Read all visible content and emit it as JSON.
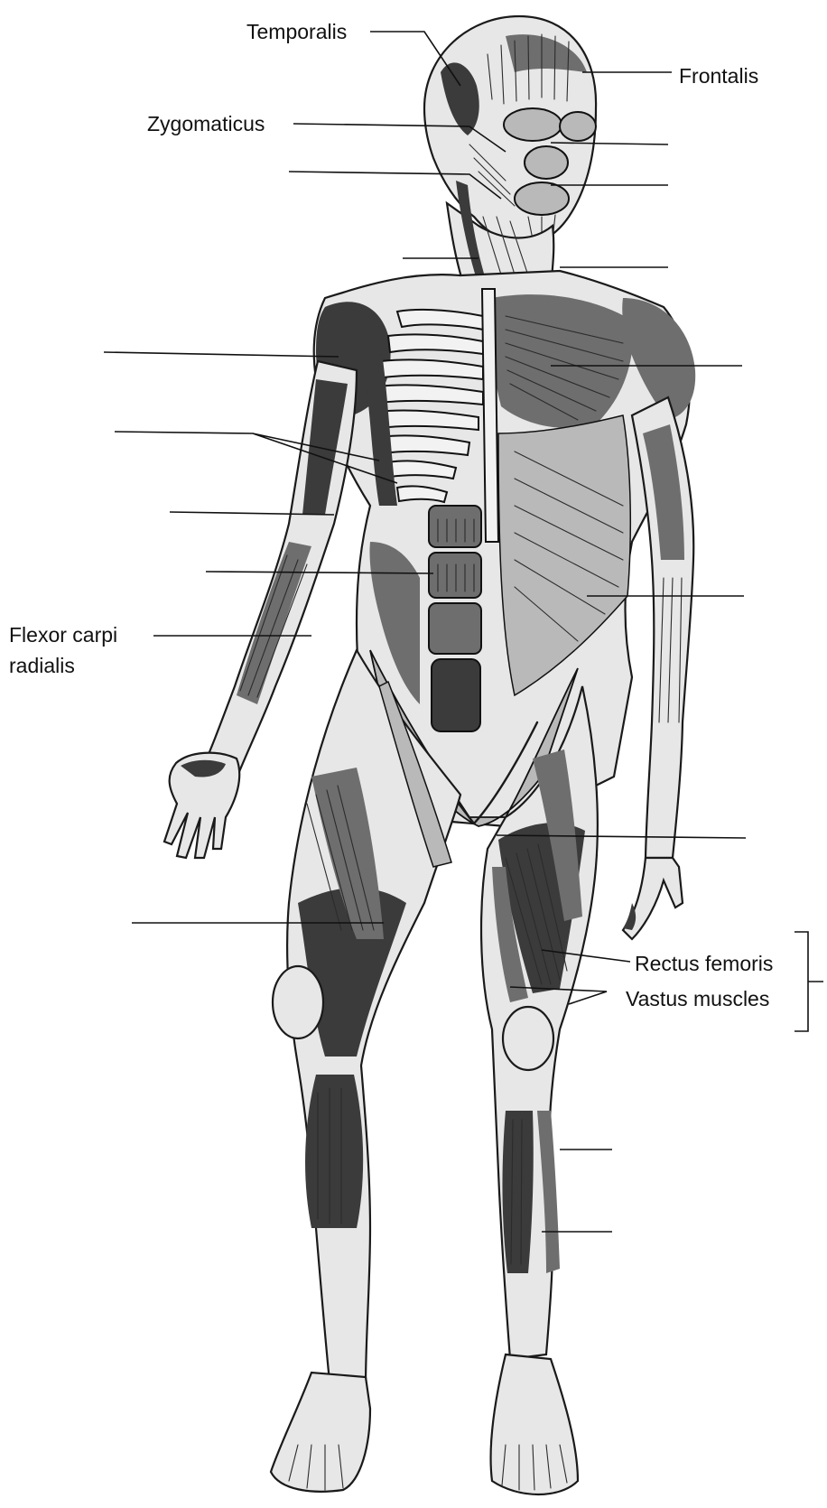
{
  "labels": {
    "temporalis": "Temporalis",
    "frontalis": "Frontalis",
    "zygomaticus": "Zygomaticus",
    "flexor_carpi_line1": "Flexor carpi",
    "flexor_carpi_line2": "radialis",
    "rectus_femoris": "Rectus femoris",
    "vastus_muscles": "Vastus muscles"
  },
  "colors": {
    "ink": "#111111",
    "background": "#ffffff"
  }
}
